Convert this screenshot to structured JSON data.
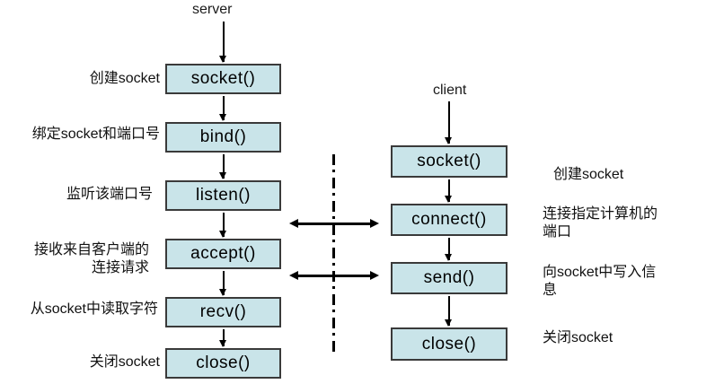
{
  "colors": {
    "box_fill": "#c9e4e9",
    "box_border": "#3a3a3a",
    "line": "#000000"
  },
  "server": {
    "title": "server",
    "steps": [
      {
        "func": "socket()",
        "label": "创建socket"
      },
      {
        "func": "bind()",
        "label": "绑定socket和端口号"
      },
      {
        "func": "listen()",
        "label": "监听该端口号"
      },
      {
        "func": "accept()",
        "label": [
          "接收来自客户端的",
          "连接请求"
        ]
      },
      {
        "func": "recv()",
        "label": "从socket中读取字符"
      },
      {
        "func": "close()",
        "label": "关闭socket"
      }
    ]
  },
  "client": {
    "title": "client",
    "steps": [
      {
        "func": "socket()",
        "label": "创建socket"
      },
      {
        "func": "connect()",
        "label": [
          "连接指定计算机的",
          "端口"
        ]
      },
      {
        "func": "send()",
        "label": [
          "向socket中写入信",
          "息"
        ]
      },
      {
        "func": "close()",
        "label": "关闭socket"
      }
    ]
  }
}
